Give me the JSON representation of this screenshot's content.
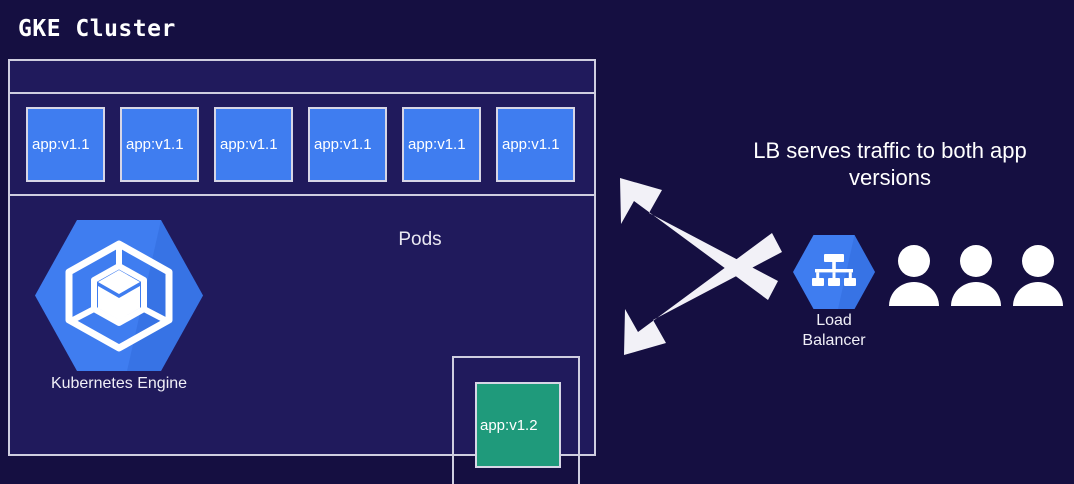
{
  "title": "GKE Cluster",
  "cluster": {
    "pods_label": "Pods",
    "pods_v11": [
      {
        "label": "app:v1.1"
      },
      {
        "label": "app:v1.1"
      },
      {
        "label": "app:v1.1"
      },
      {
        "label": "app:v1.1"
      },
      {
        "label": "app:v1.1"
      },
      {
        "label": "app:v1.1"
      }
    ],
    "pod_v12": {
      "label": "app:v1.2"
    },
    "engine": {
      "label": "Kubernetes Engine",
      "icon": "kubernetes-engine-hexagon-icon"
    }
  },
  "right": {
    "caption": "LB serves traffic to both app versions",
    "load_balancer": {
      "label_line1": "Load",
      "label_line2": "Balancer",
      "icon": "load-balancer-hexagon-icon"
    },
    "users": [
      {
        "icon": "user-icon"
      },
      {
        "icon": "user-icon"
      },
      {
        "icon": "user-icon"
      }
    ],
    "arrows": [
      {
        "name": "arrow-to-v11-pods",
        "direction": "up-left"
      },
      {
        "name": "arrow-to-v12-pod",
        "direction": "down-left"
      }
    ]
  },
  "colors": {
    "page_background": "#150f41",
    "cluster_background": "#201a5c",
    "border": "#cfcee0",
    "pod_v11": "#3f7df0",
    "pod_v12": "#1f9a7b",
    "hexagon_blue": "#3f7df0",
    "text": "#ffffff",
    "arrow": "#f2f1f7"
  }
}
